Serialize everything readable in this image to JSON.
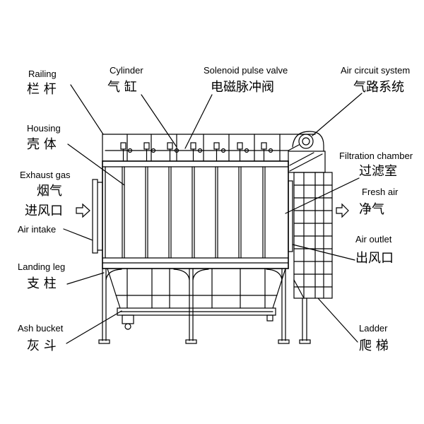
{
  "colors": {
    "line": "#000000",
    "background": "#ffffff",
    "text": "#000000"
  },
  "labels": {
    "railing": {
      "en": "Railing",
      "zh": "栏 杆"
    },
    "cylinder": {
      "en": "Cylinder",
      "zh": "气 缸"
    },
    "solenoid_pulse_valve": {
      "en": "Solenoid pulse valve",
      "zh": "电磁脉冲阀"
    },
    "air_circuit_system": {
      "en": "Air circuit system",
      "zh": "气路系统"
    },
    "housing": {
      "en": "Housing",
      "zh": "壳 体"
    },
    "filtration_chamber": {
      "en": "Filtration chamber",
      "zh": "过滤室"
    },
    "exhaust_gas": {
      "en": "Exhaust gas",
      "zh": "烟气"
    },
    "fresh_air": {
      "en": "Fresh air",
      "zh": "净气"
    },
    "air_intake": {
      "en": "Air intake",
      "zh": "进风口"
    },
    "air_outlet": {
      "en": "Air outlet",
      "zh": "出风口"
    },
    "landing_leg": {
      "en": "Landing leg",
      "zh": "支 柱"
    },
    "ash_bucket": {
      "en": "Ash bucket",
      "zh": "灰 斗"
    },
    "ladder": {
      "en": "Ladder",
      "zh": "爬 梯"
    }
  }
}
